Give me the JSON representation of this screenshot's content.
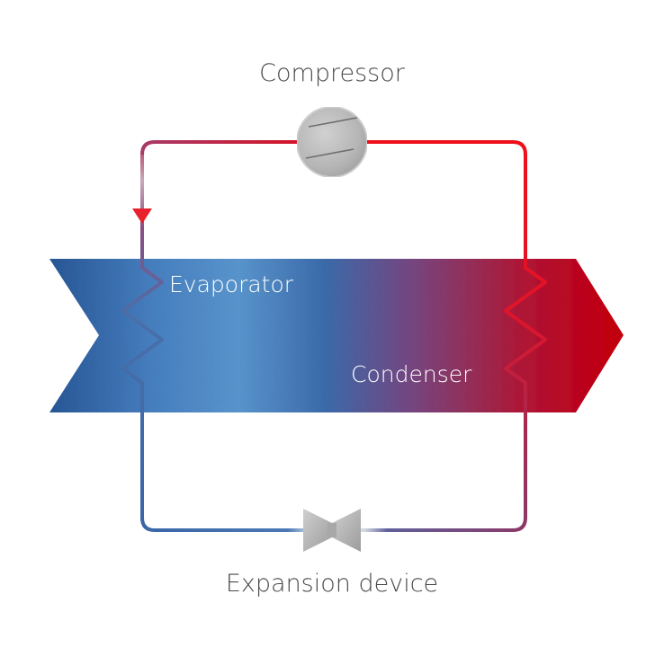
{
  "labels": {
    "compressor": "Compressor",
    "evaporator": "Evaporator",
    "condenser": "Condenser",
    "expansion_device": "Expansion device"
  },
  "colors": {
    "cold": "#2f5f9e",
    "cold_light": "#5b98d2",
    "hot": "#d0091e",
    "hot_bright": "#f0101c",
    "component_gray": "#b8b8b8"
  }
}
